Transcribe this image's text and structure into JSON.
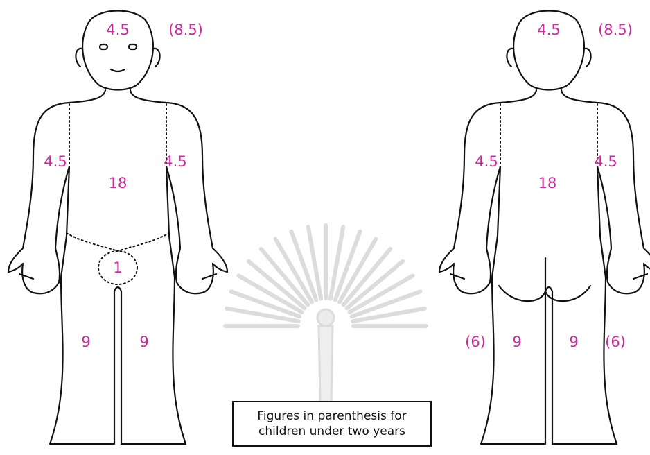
{
  "front": {
    "head": "4.5",
    "head_child": "(8.5)",
    "arm_right": "4.5",
    "arm_left": "4.5",
    "trunk": "18",
    "genitalia": "1",
    "leg_right": "9",
    "leg_left": "9"
  },
  "back": {
    "head": "4.5",
    "head_child": "(8.5)",
    "arm_left": "4.5",
    "arm_right": "4.5",
    "trunk": "18",
    "leg_left_child": "(6)",
    "leg_left": "9",
    "leg_right": "9",
    "leg_right_child": "(6)"
  },
  "note": {
    "line1": "Figures in parenthesis for",
    "line2": "children under two years"
  },
  "colors": {
    "label": "#d1279d",
    "outline": "#111111",
    "watermark": "#dcdcdc"
  },
  "icons": {
    "watermark": "university-emblem-watermark"
  }
}
